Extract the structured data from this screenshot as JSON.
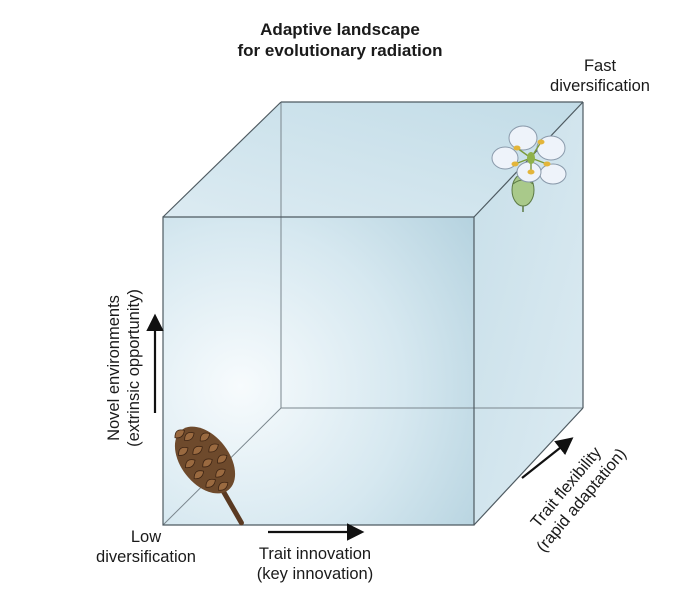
{
  "title": {
    "line1": "Adaptive landscape",
    "line2": "for evolutionary radiation"
  },
  "corners": {
    "fast_line1": "Fast",
    "fast_line2": "diversification",
    "low_line1": "Low",
    "low_line2": "diversification"
  },
  "axes": {
    "x": {
      "line1": "Trait innovation",
      "line2": "(key innovation)"
    },
    "y": {
      "line1": "Novel environments",
      "line2": "(extrinsic opportunity)"
    },
    "z": {
      "line1": "Trait flexibility",
      "line2": "(rapid adaptation)"
    }
  },
  "icons": {
    "low_corner": "pine-cone-icon",
    "high_corner": "flower-icon"
  },
  "colors": {
    "cube_fill_light": "#f4f9fc",
    "cube_fill_dark": "#bcd8e4",
    "cube_edge": "#556068",
    "text": "#1a1a1a"
  }
}
